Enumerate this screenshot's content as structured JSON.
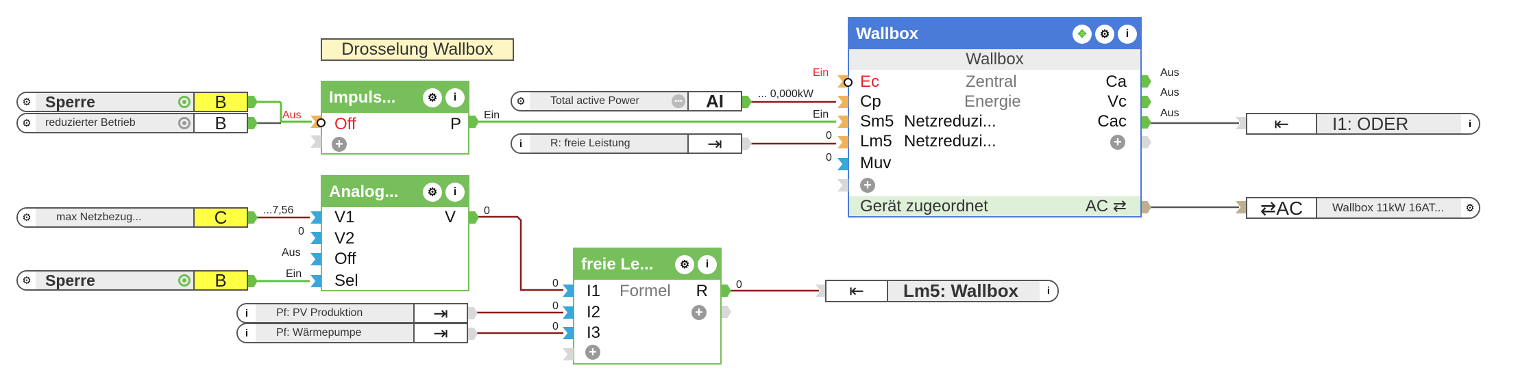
{
  "comment": {
    "text": "Drosselung Wallbox"
  },
  "colors": {
    "wire_bool": "#5dc13a",
    "wire_value": "#8b1a1a",
    "wire_neutral": "#555555",
    "block_green": "#77bf5b",
    "block_blue": "#4a7bd8"
  },
  "nodes_left": [
    {
      "name": "Sperre",
      "type": "B",
      "status": "active",
      "lead_icon": "gear-icon"
    },
    {
      "name": "reduzierter Betrieb",
      "type": "B",
      "status": "inactive",
      "lead_icon": "gear-icon"
    },
    {
      "name": "Total active Power",
      "type": "AI",
      "status": "pending",
      "lead_icon": "gear-icon"
    },
    {
      "name": "R: freie Leistung",
      "type": "link-out",
      "lead_icon": "info-icon"
    },
    {
      "name": "max Netzbezug...",
      "type": "C",
      "lead_icon": "gear-icon"
    },
    {
      "name": "Sperre",
      "type": "B",
      "status": "active",
      "lead_icon": "gear-icon"
    },
    {
      "name": "Pf: PV Produktion",
      "type": "link-out",
      "lead_icon": "info-icon"
    },
    {
      "name": "Pf: Wärmepumpe",
      "type": "link-out",
      "lead_icon": "info-icon"
    }
  ],
  "blocks": {
    "impuls": {
      "title": "Impuls...",
      "inputs": [
        "Off"
      ],
      "outputs": [
        "P"
      ],
      "input_values": [
        "Aus"
      ],
      "output_values": [
        "Ein"
      ]
    },
    "analog": {
      "title": "Analog...",
      "inputs": [
        "V1",
        "V2",
        "Off",
        "Sel"
      ],
      "outputs": [
        "V"
      ],
      "input_values": [
        "...7,56",
        "0",
        "Aus",
        "Ein"
      ],
      "output_values": [
        "0"
      ]
    },
    "freie": {
      "title": "freie Le...",
      "center_label": "Formel",
      "inputs": [
        "I1",
        "I2",
        "I3"
      ],
      "outputs": [
        "R"
      ],
      "input_values": [
        "0",
        "0",
        "0"
      ],
      "output_values": [
        "0"
      ]
    },
    "wallbox": {
      "title": "Wallbox",
      "subtitle": "Wallbox",
      "inputs": [
        "Ec",
        "Cp",
        "Sm5",
        "Lm5",
        "Muv"
      ],
      "input_descriptions": [
        "Zentral",
        "Energie",
        "Netzreduzi...",
        "Netzreduzi..."
      ],
      "input_values": [
        "Ein",
        "... 0,000kW",
        "Ein",
        "0",
        "0"
      ],
      "outputs": [
        "Ca",
        "Vc",
        "Cac"
      ],
      "output_values": [
        "Aus",
        "Aus",
        "Aus"
      ],
      "device_label": "Gerät zugeordnet",
      "device_type": "AC ⇄"
    }
  },
  "nodes_right": [
    {
      "name": "I1: ODER",
      "type": "link-in",
      "tail_icon": "info-icon"
    },
    {
      "name": "Wallbox 11kW 16AT...",
      "type": "⇄AC",
      "tail_icon": "gear-icon"
    },
    {
      "name": "Lm5: Wallbox",
      "type": "link-in",
      "tail_icon": "info-icon"
    }
  ],
  "icons": {
    "gear": "⚙",
    "info": "i",
    "plus": "+",
    "link_out": "⇥",
    "link_in": "⇤",
    "swap": "⇄",
    "move": "✥",
    "dots": "•••"
  }
}
